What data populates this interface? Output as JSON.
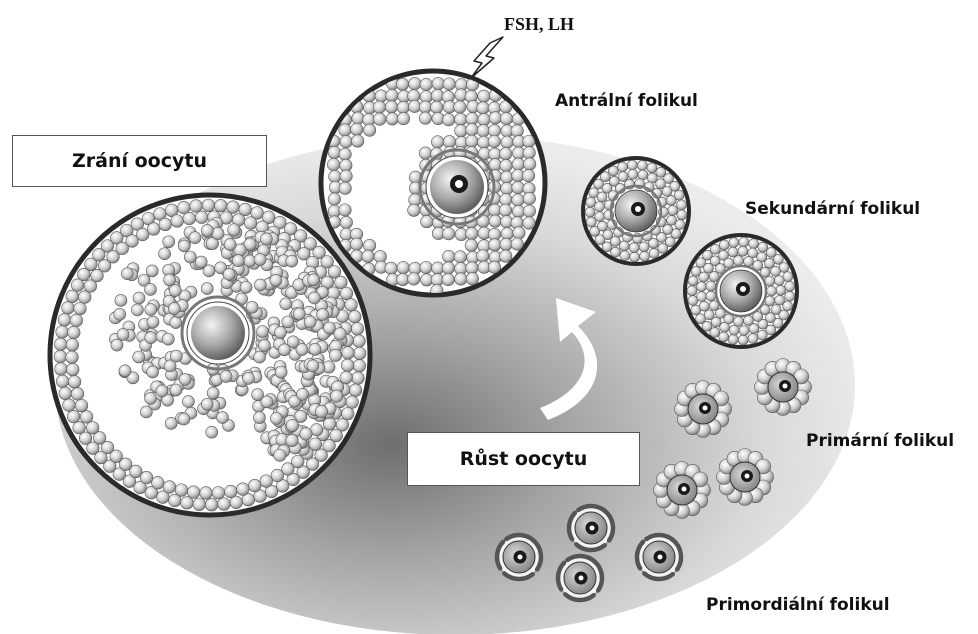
{
  "hormones": "FSH, LH",
  "stages": {
    "antral": "Antrální folikul",
    "secondary": "Sekundární folikul",
    "primary": "Primární folikul",
    "primordial": "Primordiální folikul"
  },
  "processes": {
    "maturation": "Zrání oocytu",
    "growth": "Růst oocytu"
  }
}
